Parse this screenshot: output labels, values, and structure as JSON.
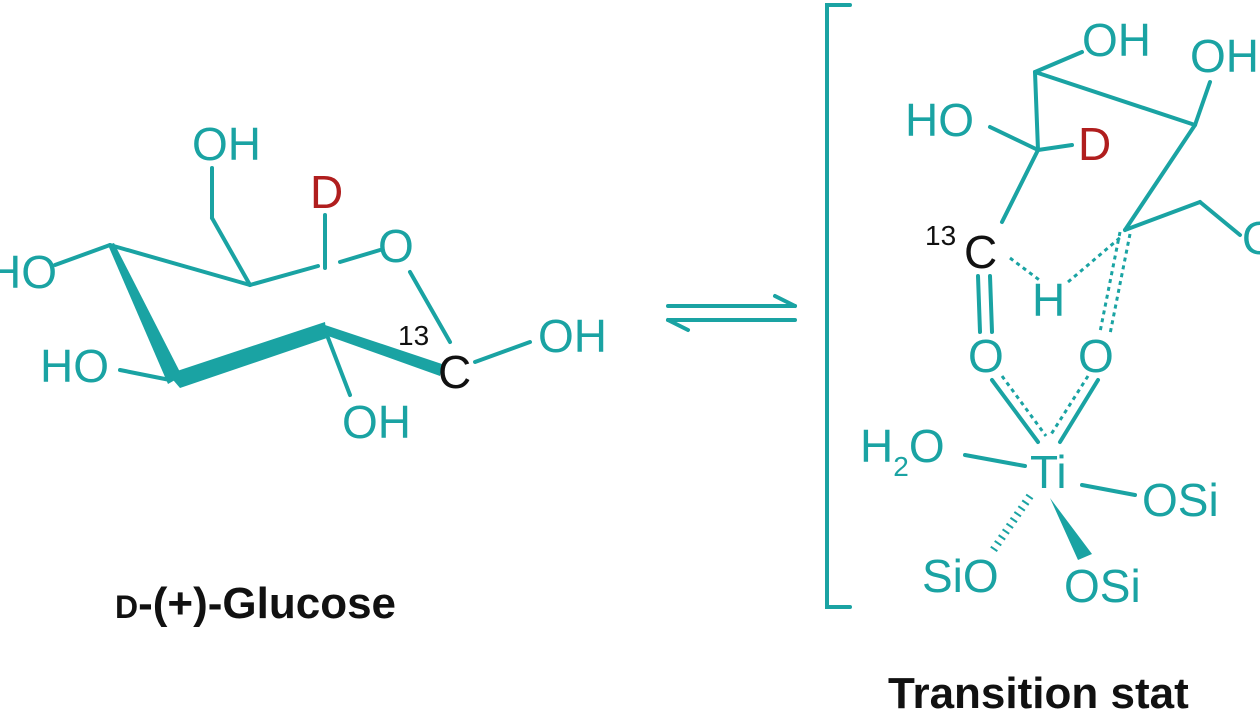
{
  "glucose": {
    "atoms": {
      "oh_top": "OH",
      "d": "D",
      "o_ring": "O",
      "ho_c4": "HO",
      "ho_c3": "HO",
      "oh_c2": "OH",
      "c_iso": "13",
      "c": "C",
      "oh_c1": "OH"
    },
    "label_prefix": "D",
    "label_rest": "-(+)-Glucose"
  },
  "transition_state": {
    "atoms": {
      "oh_top": "OH",
      "oh_right": "OH",
      "ho": "HO",
      "d": "D",
      "c_iso": "13",
      "c": "C",
      "h": "H",
      "o_left": "O",
      "o_right": "O",
      "h2o_h": "H",
      "h2o_2": "2",
      "h2o_o": "O",
      "ti": "Ti",
      "osi_right": "OSi",
      "sio": "SiO",
      "osi_bottom": "OSi",
      "o_cut": "O"
    },
    "label": "Transition stat"
  },
  "colors": {
    "teal": "#1aa3a3",
    "red": "#b01e1e",
    "black": "#111111"
  }
}
